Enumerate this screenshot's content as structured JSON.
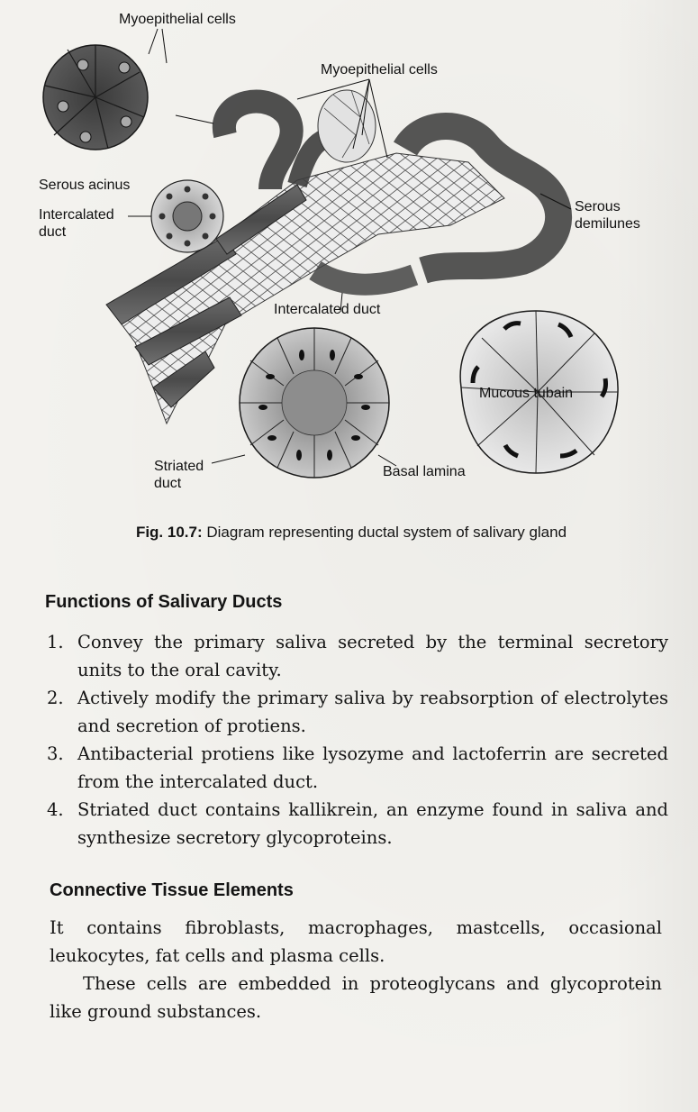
{
  "figure": {
    "labels": {
      "myoepithelial_top": "Myoepithelial cells",
      "myoepithelial_mid": "Myoepithelial cells",
      "serous_acinus": "Serous acinus",
      "intercalated_duct_left": "Intercalated duct",
      "serous_demilunes": "Serous demilunes",
      "intercalated_duct_center": "Intercalated duct",
      "mucous_tubain": "Mucous tubain",
      "striated_duct": "Striated duct",
      "basal_lamina": "Basal lamina"
    },
    "caption_label": "Fig. 10.7:",
    "caption_text": "Diagram representing ductal system of salivary gland"
  },
  "functions": {
    "heading": "Functions of Salivary Ducts",
    "items": [
      {
        "num": "1.",
        "text": "Convey the primary saliva secreted by the terminal secretory units to the oral cavity."
      },
      {
        "num": "2.",
        "text": "Actively modify the primary saliva by reabsorption of electrolytes and secretion of protiens."
      },
      {
        "num": "3.",
        "text": "Antibacterial protiens like lysozyme and lactoferrin are secreted from the intercalated duct."
      },
      {
        "num": "4.",
        "text": "Striated duct contains kallikrein, an enzyme found in saliva and synthesize secretory glycoproteins."
      }
    ]
  },
  "connective": {
    "heading": "Connective Tissue Elements",
    "p1": "It contains fibroblasts, macrophages, mastcells, occasional leukocytes, fat cells and plasma cells.",
    "p2": "These cells are embedded in proteoglycans and glycoprotein like ground substances."
  }
}
